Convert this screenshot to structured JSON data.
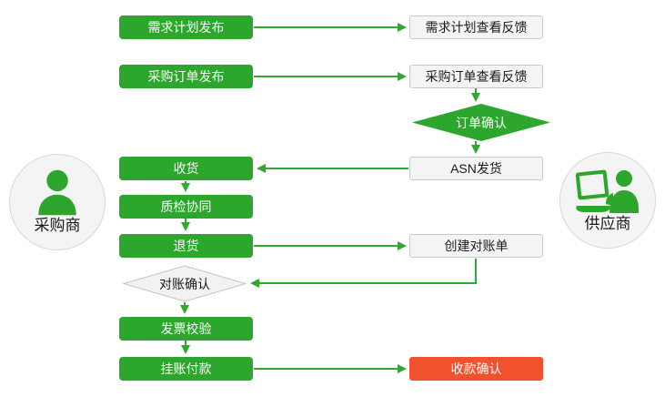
{
  "actors": {
    "buyer": "采购商",
    "supplier": "供应商"
  },
  "steps": {
    "demand_plan": "需求计划发布",
    "demand_feedback": "需求计划查看反馈",
    "purchase_order": "采购订单发布",
    "order_feedback": "采购订单查看反馈",
    "order_confirm": "订单确认",
    "receive": "收货",
    "asn": "ASN发货",
    "quality": "质检协同",
    "return_goods": "退货",
    "statement": "创建对账单",
    "reconcile_confirm": "对账确认",
    "invoice_check": "发票校验",
    "payment": "挂账付款",
    "receipt_confirm": "收款确认"
  },
  "colors": {
    "process_green": "#2ca62c",
    "terminal_red": "#f2512e",
    "feedback_box_bg": "#f4f4f4",
    "feedback_box_border": "#c9c9c9",
    "connector_green": "#2faa2f"
  }
}
